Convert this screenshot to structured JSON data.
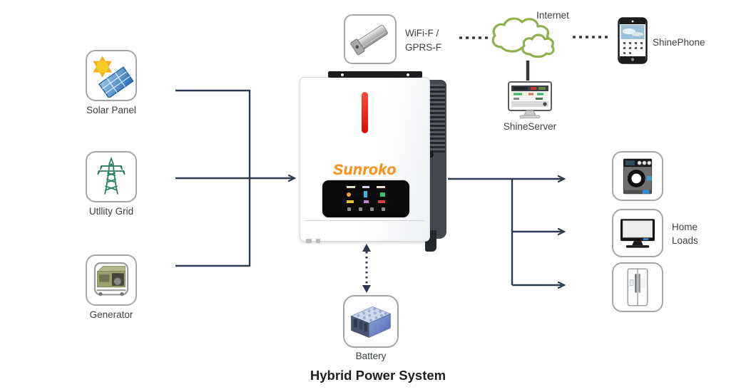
{
  "title": "Hybrid Power System",
  "inverter": {
    "brand": "Sunroko"
  },
  "nodes": {
    "solar_panel": {
      "label": "Solar Panel"
    },
    "utility_grid": {
      "label": "Utllity Grid"
    },
    "generator": {
      "label": "Generator"
    },
    "wifi_module": {
      "label_line1": "WiFi-F /",
      "label_line2": "GPRS-F"
    },
    "internet": {
      "label": "Internet"
    },
    "shinephone": {
      "label": "ShinePhone"
    },
    "shineserver": {
      "label": "ShineServer"
    },
    "home_loads": {
      "label_line1": "Home",
      "label_line2": "Loads"
    },
    "battery": {
      "label": "Battery"
    }
  },
  "edges": [
    {
      "from": "solar_panel",
      "to": "inverter",
      "style": "solid"
    },
    {
      "from": "utility_grid",
      "to": "inverter",
      "style": "solid-arrow"
    },
    {
      "from": "generator",
      "to": "inverter",
      "style": "solid"
    },
    {
      "from": "inverter",
      "to": "washing-machine",
      "style": "solid-arrow"
    },
    {
      "from": "inverter",
      "to": "tv",
      "style": "solid-arrow"
    },
    {
      "from": "inverter",
      "to": "refrigerator",
      "style": "solid-arrow"
    },
    {
      "from": "wifi_module",
      "to": "internet",
      "style": "dashed"
    },
    {
      "from": "internet",
      "to": "shinephone",
      "style": "dashed"
    },
    {
      "from": "internet",
      "to": "shineserver",
      "style": "solid"
    },
    {
      "from": "inverter",
      "to": "battery",
      "style": "dashed-double-arrow"
    }
  ],
  "colors": {
    "connector": "#2e3a4d",
    "cloud_green": "#8fb04c",
    "brand_orange": "#f6921e",
    "led_red": "#e8201a",
    "label_text": "#3c4043"
  }
}
